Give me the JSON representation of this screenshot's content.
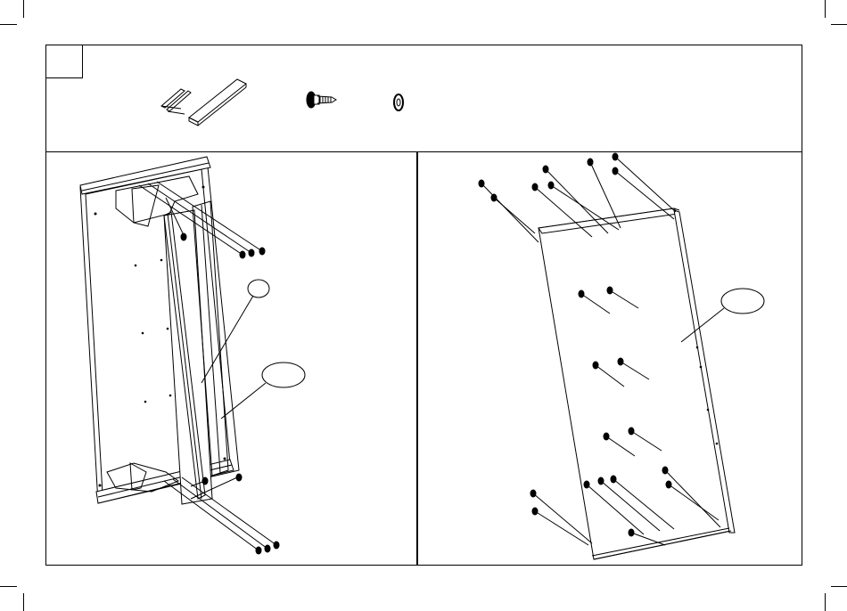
{
  "step": {
    "number": ""
  },
  "parts": [
    {
      "name": "rail-strips",
      "icon": "rail-strip-icon",
      "quantity_label": ""
    },
    {
      "name": "screw",
      "icon": "screw-icon",
      "quantity_label": ""
    },
    {
      "name": "washer",
      "icon": "washer-icon",
      "quantity_label": ""
    }
  ],
  "callouts": {
    "left_small": "",
    "left_large": "",
    "right_large": ""
  },
  "colors": {
    "line": "#000000",
    "background": "#ffffff"
  }
}
